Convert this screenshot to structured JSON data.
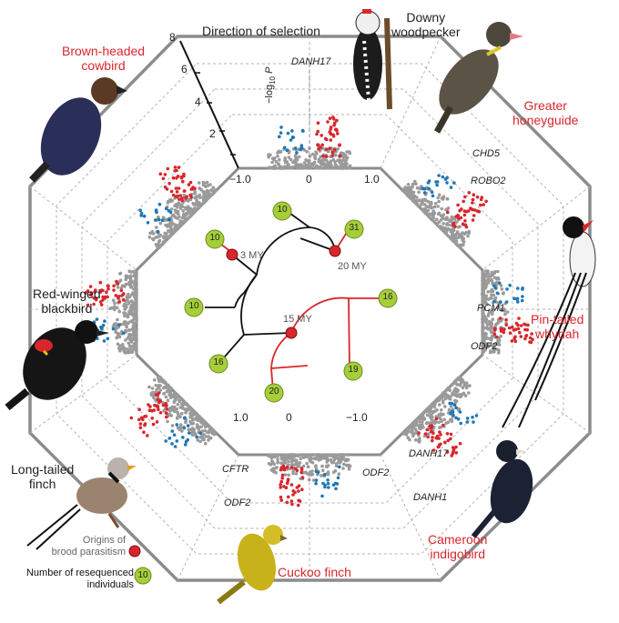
{
  "title": "Direction of selection",
  "axis": {
    "y_label": "−log",
    "y_sub": "10",
    "y_tail": " P",
    "y_ticks": [
      "2",
      "4",
      "6",
      "8"
    ],
    "x_ticks": [
      "−1.0",
      "0",
      "1.0"
    ],
    "x_ticks_bottom": [
      "1.0",
      "0",
      "−1.0"
    ]
  },
  "species": [
    {
      "name_line1": "Brown-headed",
      "name_line2": "cowbird",
      "parasite": true
    },
    {
      "name_line1": "Downy",
      "name_line2": "woodpecker",
      "parasite": false
    },
    {
      "name_line1": "Greater",
      "name_line2": "honeyguide",
      "parasite": true
    },
    {
      "name_line1": "Pin-tailed",
      "name_line2": "whydah",
      "parasite": true
    },
    {
      "name_line1": "Cameroon",
      "name_line2": "indigobird",
      "parasite": true
    },
    {
      "name_line1": "Cuckoo finch",
      "name_line2": "",
      "parasite": true
    },
    {
      "name_line1": "Long-tailed",
      "name_line2": "finch",
      "parasite": false
    },
    {
      "name_line1": "Red-winged",
      "name_line2": "blackbird",
      "parasite": false
    }
  ],
  "genes": [
    "DANH17",
    "CHD5",
    "ROBO2",
    "PCM1",
    "ODF2",
    "DANH17",
    "DANH1",
    "CFTR",
    "ODF2"
  ],
  "tree": {
    "ages": [
      "3 MY",
      "20 MY",
      "15 MY"
    ],
    "sample_counts": [
      "10",
      "31",
      "10",
      "10",
      "16",
      "16",
      "19",
      "20"
    ]
  },
  "legend": {
    "origins_line1": "Origins of",
    "origins_line2": "brood parasitism",
    "number_line1": "Number of resequenced",
    "number_line2": "individuals",
    "number_example": "10"
  },
  "colors": {
    "parasite_label": "#d9262c",
    "positive_selection": "#d9262c",
    "negative_selection": "#1f77b4",
    "background_points": "#9a9a9a",
    "tree_parasite": "#d9262c",
    "tree_other": "#111111",
    "sample_circle": "#a6ce39",
    "octagon": "#8c8c8c"
  }
}
